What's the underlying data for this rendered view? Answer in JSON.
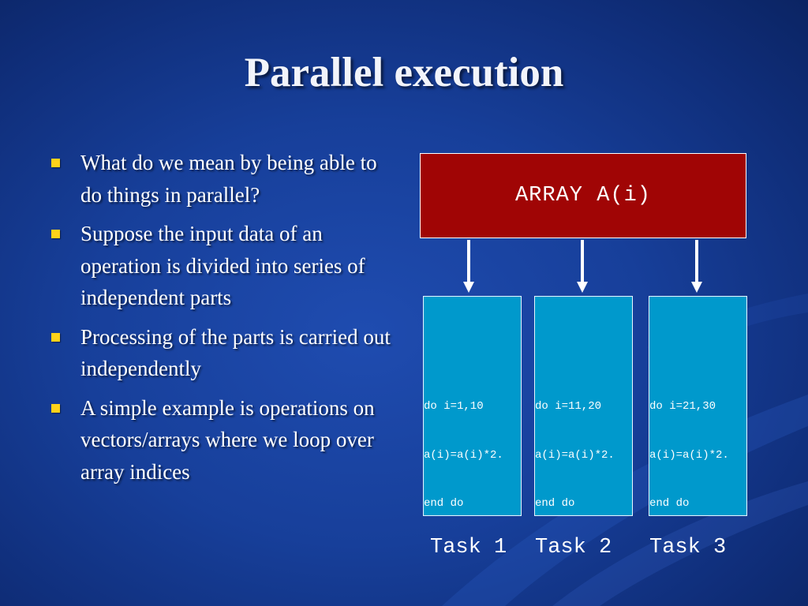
{
  "slide": {
    "title": "Parallel execution",
    "bullets": [
      "What do we mean by being able to do things in parallel?",
      "Suppose the input data of an operation is divided into series of independent parts",
      "Processing of the parts is carried out independently",
      "A simple example  is operations on vectors/arrays where we loop over array indices"
    ]
  },
  "diagram": {
    "array_label": "ARRAY A(i)",
    "tasks": [
      {
        "label": "Task 1",
        "code": [
          "do i=1,10",
          "a(i)=a(i)*2.",
          "end do"
        ]
      },
      {
        "label": "Task 2",
        "code": [
          "do i=11,20",
          "a(i)=a(i)*2.",
          "end do"
        ]
      },
      {
        "label": "Task 3",
        "code": [
          "do i=21,30",
          "a(i)=a(i)*2.",
          "end do"
        ]
      }
    ]
  },
  "colors": {
    "background": "#173f9a",
    "array_box": "#a00505",
    "task_box": "#0099cc",
    "bullet_marker": "#ffd21a",
    "text": "#ffffff"
  },
  "icons": {
    "bullet": "yellow-square-bullet",
    "connector": "down-arrow"
  }
}
